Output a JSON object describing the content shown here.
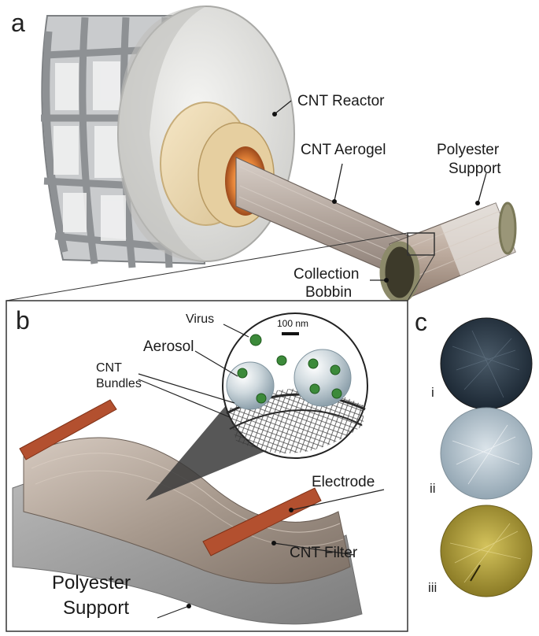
{
  "panels": {
    "a": {
      "letter": "a",
      "labels": {
        "reactor": "CNT Reactor",
        "aerogel": "CNT Aerogel",
        "support_line1": "Polyester",
        "support_line2": "Support",
        "bobbin_line1": "Collection",
        "bobbin_line2": "Bobbin"
      }
    },
    "b": {
      "letter": "b",
      "labels": {
        "virus": "Virus",
        "scale_bar": "100 nm",
        "aerosol": "Aerosol",
        "bundles_line1": "CNT",
        "bundles_line2": "Bundles",
        "electrode": "Electrode",
        "filter": "CNT Filter",
        "support_line1": "Polyester",
        "support_line2": "Support"
      }
    },
    "c": {
      "letter": "c",
      "samples": [
        "i",
        "ii",
        "iii"
      ]
    }
  },
  "colors": {
    "cage": "#8e9194",
    "reactor_face": "#e9e9e6",
    "beige_tube": "#efdcb4",
    "glow": "#e8873a",
    "aerogel": "#b9aea6",
    "bobbin": "#c3b5ab",
    "bobbin_rim": "#8c8a6a",
    "electrode": "#b3502f",
    "filter_sheet": "#bfb0a4",
    "support_sheet": "#9a9a9a",
    "virus": "#3c8a3a",
    "sample_i": "#2c3a48",
    "sample_ii": "#b4c2cc",
    "sample_iii": "#b6a33e"
  }
}
